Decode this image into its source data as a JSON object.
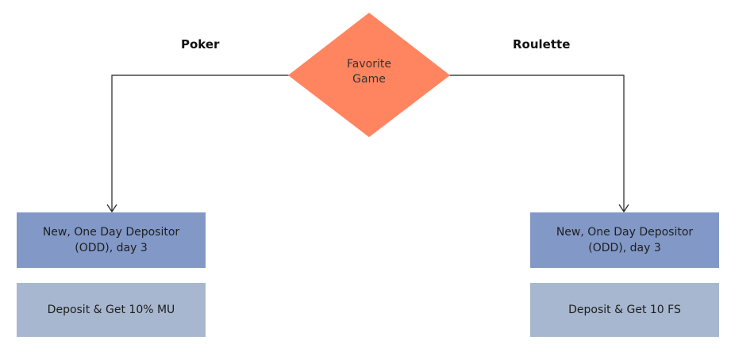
{
  "decision": {
    "text": "Favorite Game",
    "fill": "#ff8560"
  },
  "branches": [
    {
      "label": "Poker",
      "segment": "New, One Day Depositor (ODD), day 3",
      "offer": "Deposit & Get 10% MU"
    },
    {
      "label": "Roulette",
      "segment": "New, One Day Depositor (ODD), day 3",
      "offer": "Deposit & Get 10 FS"
    }
  ],
  "colors": {
    "segment_fill": "#8298c6",
    "offer_fill": "#a7b7cf",
    "connector": "#222222",
    "label": "#111111"
  }
}
